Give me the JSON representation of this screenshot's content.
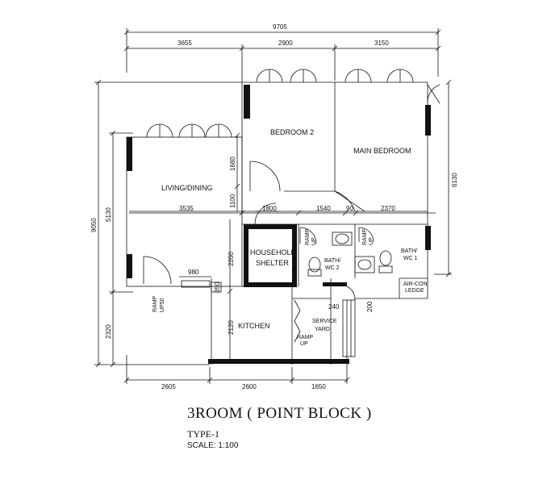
{
  "plan": {
    "rooms": {
      "bedroom2": "BEDROOM 2",
      "main_bedroom": "MAIN BEDROOM",
      "living_dining": "LIVING/DINING",
      "household_shelter_line1": "HOUSEHOLD",
      "household_shelter_line2": "SHELTER",
      "bath_wc2_line1": "BATH/",
      "bath_wc2_line2": "WC 2",
      "bath_wc1_line1": "BATH/",
      "bath_wc1_line2": "WC 1",
      "aircon_line1": "AIR-CON",
      "aircon_line2": "LEDGE",
      "kitchen": "KITCHEN",
      "service_line1": "SERVICE",
      "service_line2": "YARD"
    },
    "ramps": {
      "ramp_up_living_1": "RAMP",
      "ramp_up_living_2": "UP50",
      "ramp_up_bath2_1": "RAMP",
      "ramp_up_bath2_2": "UP",
      "ramp_up_bath1_1": "RAMP",
      "ramp_up_bath1_2": "UP",
      "ramp_up_kitchen_1": "RAMP",
      "ramp_up_kitchen_2": "UP"
    },
    "dimensions": {
      "overall_width": "9705",
      "top_left": "3655",
      "top_mid": "2900",
      "top_right": "3150",
      "bottom_left": "2605",
      "bottom_mid": "2600",
      "bottom_right": "1650",
      "left_overall": "9050",
      "left_upper": "5130",
      "left_lower": "2320",
      "right_overall": "6130",
      "mid_1680": "1680",
      "mid_1100": "1100",
      "mid_3535": "3535",
      "mid_1800": "1800",
      "mid_1540": "1540",
      "mid_90": "90",
      "mid_2370": "2370",
      "mid_2200": "2200",
      "mid_980": "980",
      "mid_350": "350",
      "mid_2120": "2120",
      "mid_240": "240",
      "mid_200": "200"
    }
  },
  "title": "3ROOM ( POINT BLOCK )",
  "type_label": "TYPE-1",
  "scale_label": "SCALE:  1:100"
}
